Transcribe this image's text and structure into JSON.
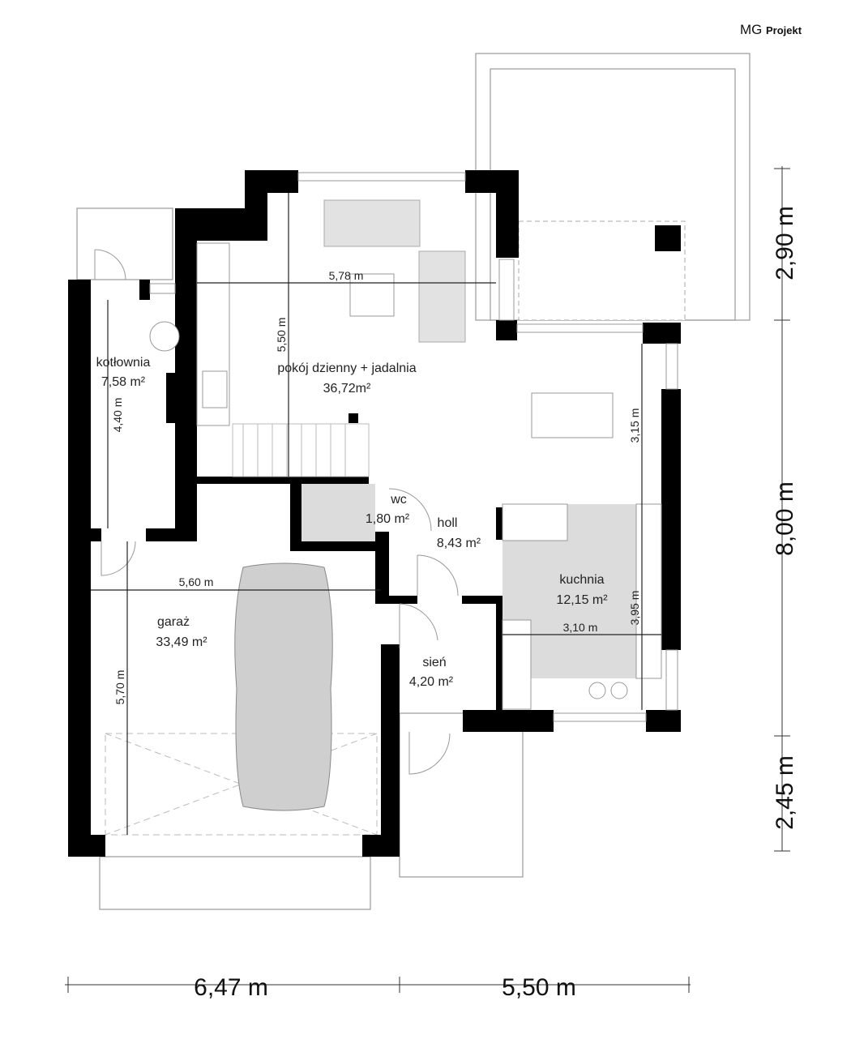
{
  "logo": {
    "brand": "MG",
    "suffix": "Projekt"
  },
  "rooms": {
    "living": {
      "name": "pokój dzienny + jadalnia",
      "area": "36,72m²"
    },
    "boiler": {
      "name": "kotłownia",
      "area": "7,58 m²"
    },
    "wc": {
      "name": "wc",
      "area": "1,80 m²"
    },
    "hall": {
      "name": "holl",
      "area": "8,43 m²"
    },
    "kitchen": {
      "name": "kuchnia",
      "area": "12,15 m²"
    },
    "garage": {
      "name": "garaż",
      "area": "33,49 m²"
    },
    "vestibule": {
      "name": "sień",
      "area": "4,20 m²"
    }
  },
  "inner_dims": {
    "living_width": "5,78 m",
    "living_depth": "5,50 m",
    "boiler_depth": "4,40 m",
    "garage_width": "5,60 m",
    "garage_depth": "5,70 m",
    "kitchen_width": "3,10 m",
    "kitchen_depth": "3,95 m",
    "dining_depth": "3,15 m"
  },
  "outer_dims": {
    "right": [
      "2,90 m",
      "8,00 m",
      "2,45 m"
    ],
    "bottom": [
      "6,47 m",
      "5,50 m"
    ]
  }
}
